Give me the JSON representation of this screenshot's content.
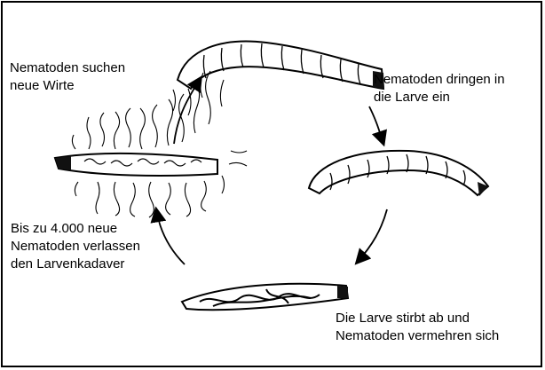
{
  "labels": {
    "seek_hosts": [
      "Nematoden suchen",
      "neue Wirte"
    ],
    "penetrate": [
      "Nematoden dringen in",
      "die Larve ein"
    ],
    "larva_dies": [
      "Die Larve stirbt ab und",
      "Nematoden vermehren sich"
    ],
    "leave_cadaver": [
      "Bis zu 4.000 neue",
      "Nematoden verlassen",
      "den Larvenkadaver"
    ]
  },
  "colors": {
    "ink": "#000000",
    "larva": "#ffffff",
    "head": "#111111"
  }
}
